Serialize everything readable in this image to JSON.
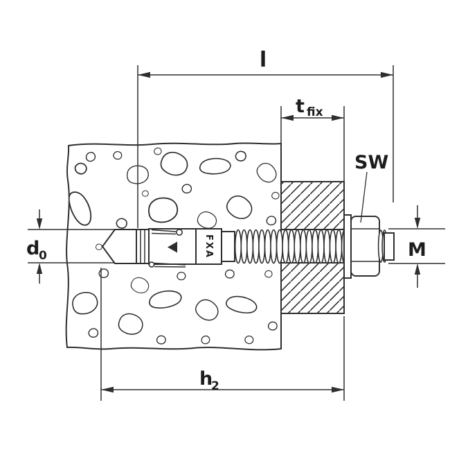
{
  "diagram": {
    "type": "technical-installation-drawing",
    "subject": "through-bolt anchor set in concrete through a fixture plate",
    "product_marking": "FXA"
  },
  "labels": {
    "length": "l",
    "tfix": {
      "main": "t",
      "sub": "fix"
    },
    "wrench_size": "SW",
    "thread_size": "M",
    "drill_diameter": {
      "main": "d",
      "sub": "0"
    },
    "anchorage_depth": {
      "main": "h",
      "sub": "2"
    }
  },
  "colors": {
    "line": "#2e2e2e",
    "background": "#ffffff",
    "text": "#1d1d1d"
  }
}
